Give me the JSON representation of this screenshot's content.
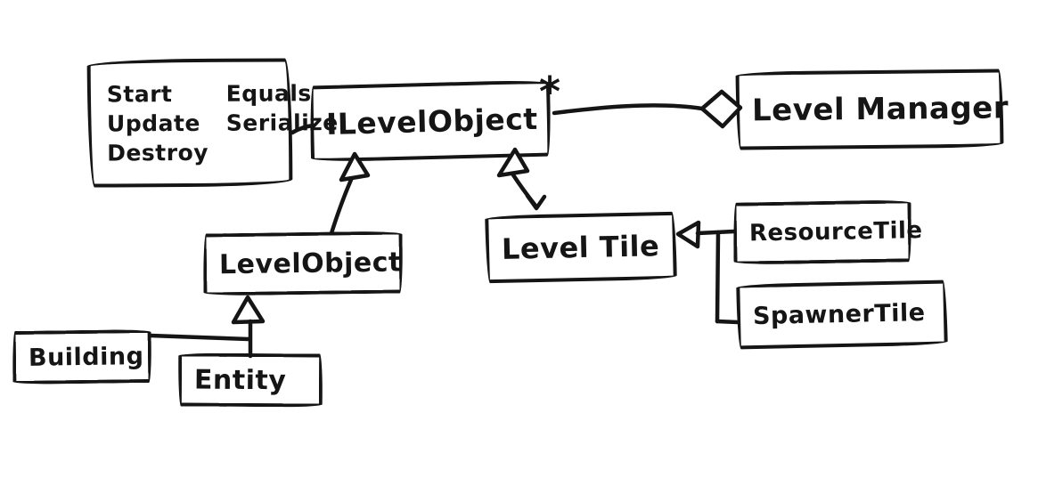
{
  "diagram": {
    "kind": "hand-drawn class diagram",
    "ink_color": "#151515",
    "background_color": "#ffffff"
  },
  "nodes": {
    "methods_note": {
      "column1": [
        "Start",
        "Update",
        "Destroy"
      ],
      "column2": [
        "Equals",
        "Serialize"
      ]
    },
    "ilevelobject": {
      "label": "ILevelObject",
      "multiplicity": "*"
    },
    "level_manager": {
      "label": "Level Manager"
    },
    "level_object": {
      "label": "LevelObject"
    },
    "level_tile": {
      "label": "Level Tile"
    },
    "resource_tile": {
      "label": "ResourceTile"
    },
    "spawner_tile": {
      "label": "SpawnerTile"
    },
    "building": {
      "label": "Building"
    },
    "entity": {
      "label": "Entity"
    }
  },
  "relationships": [
    {
      "from": "methods_note",
      "to": "ILevelObject",
      "type": "attached-note"
    },
    {
      "from": "ILevelObject",
      "to": "Level Manager",
      "type": "aggregation",
      "multiplicity": "*"
    },
    {
      "from": "LevelObject",
      "to": "ILevelObject",
      "type": "realization"
    },
    {
      "from": "Level Tile",
      "to": "ILevelObject",
      "type": "realization"
    },
    {
      "from": "ResourceTile",
      "to": "Level Tile",
      "type": "inheritance"
    },
    {
      "from": "SpawnerTile",
      "to": "Level Tile",
      "type": "inheritance"
    },
    {
      "from": "Building",
      "to": "LevelObject",
      "type": "inheritance"
    },
    {
      "from": "Entity",
      "to": "LevelObject",
      "type": "inheritance"
    }
  ]
}
